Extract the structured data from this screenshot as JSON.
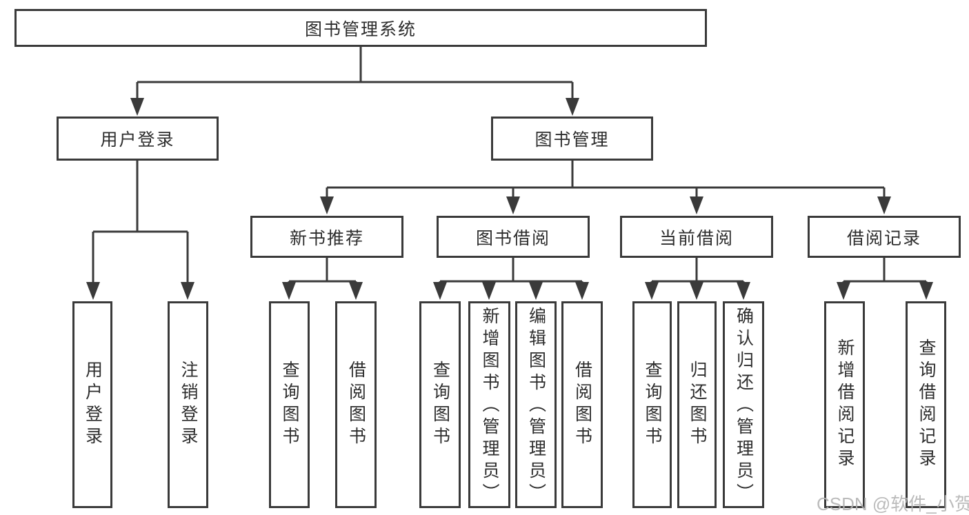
{
  "diagram_type": "hierarchy-tree",
  "tree": {
    "title": "图书管理系统",
    "children": [
      {
        "title": "用户登录",
        "children": [
          {
            "title": "用户登录"
          },
          {
            "title": "注销登录"
          }
        ]
      },
      {
        "title": "图书管理",
        "children": [
          {
            "title": "新书推荐",
            "children": [
              {
                "title": "查询图书"
              },
              {
                "title": "借阅图书"
              }
            ]
          },
          {
            "title": "图书借阅",
            "children": [
              {
                "title": "查询图书"
              },
              {
                "title": "新增图书（管理员）"
              },
              {
                "title": "编辑图书（管理员）"
              },
              {
                "title": "借阅图书"
              }
            ]
          },
          {
            "title": "当前借阅",
            "children": [
              {
                "title": "查询图书"
              },
              {
                "title": "归还图书"
              },
              {
                "title": "确认归还（管理员）"
              }
            ]
          },
          {
            "title": "借阅记录",
            "children": [
              {
                "title": "新增借阅记录"
              },
              {
                "title": "查询借阅记录"
              }
            ]
          }
        ]
      }
    ]
  },
  "watermark": {
    "text": "CSDN @软件_小贺同学"
  },
  "colors": {
    "line": "#3a3a3a",
    "text": "#2d2d2d",
    "background": "#ffffff",
    "watermark": "#b2b2b2"
  }
}
